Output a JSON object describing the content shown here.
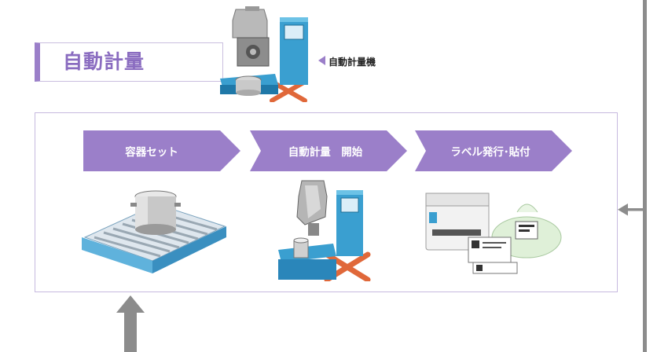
{
  "header": {
    "title": "自動計量",
    "machine_caption": "自動計量機"
  },
  "steps": [
    {
      "label": "容器セット"
    },
    {
      "label": "自動計量　開始"
    },
    {
      "label": "ラベル発行･貼付"
    }
  ],
  "colors": {
    "accent": "#9b7fc9",
    "frame_border": "#c6b9df",
    "connector_gray": "#8c8c8c",
    "machine_blue": "#3a9fd0",
    "lift_orange": "#e0683a"
  }
}
